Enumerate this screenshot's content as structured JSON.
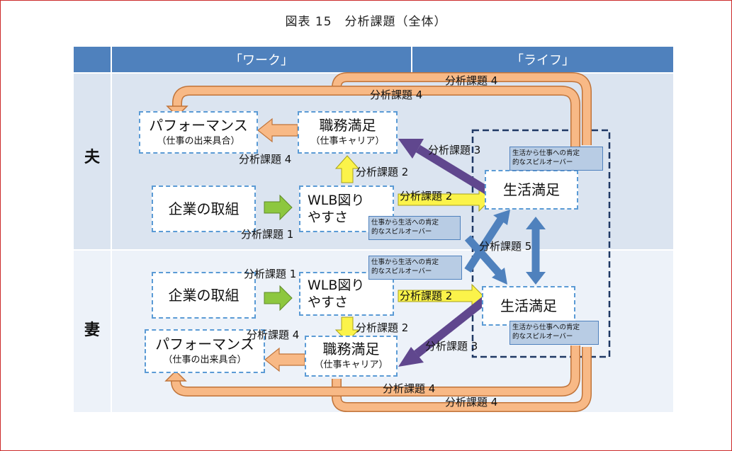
{
  "title": "図表 15　分析課題（全体）",
  "header": {
    "work": "「ワーク」",
    "life": "「ライフ」"
  },
  "rows": {
    "husband": "夫",
    "wife": "妻"
  },
  "husband": {
    "performance": {
      "main": "パフォーマンス",
      "sub": "（仕事の出来具合）"
    },
    "job_satisfaction": {
      "main": "職務満足",
      "sub": "（仕事キャリア）"
    },
    "company": "企業の取組",
    "wlb": {
      "line1": "WLB図り",
      "line2": "やすさ"
    },
    "life_satisfaction": "生活満足",
    "spillover_life_to_work": {
      "line1": "生活から仕事への肯定",
      "line2": "的なスピルオーバー"
    },
    "spillover_work_to_life": {
      "line1": "仕事から生活への肯定",
      "line2": "的なスピルオーバー"
    }
  },
  "wife": {
    "performance": {
      "main": "パフォーマンス",
      "sub": "（仕事の出来具合）"
    },
    "job_satisfaction": {
      "main": "職務満足",
      "sub": "（仕事キャリア）"
    },
    "company": "企業の取組",
    "wlb": {
      "line1": "WLB図り",
      "line2": "やすさ"
    },
    "life_satisfaction": "生活満足",
    "spillover_life_to_work": {
      "line1": "生活から仕事への肯定",
      "line2": "的なスピルオーバー"
    },
    "spillover_work_to_life": {
      "line1": "仕事から生活への肯定",
      "line2": "的なスピルオーバー"
    }
  },
  "labels": {
    "t4_top_outer": "分析課題 4",
    "t4_top_inner": "分析課題 4",
    "t3_husband": "分析課題 3",
    "t4_husband_left": "分析課題 4",
    "t2_husband_up": "分析課題 2",
    "t2_husband_right": "分析課題 2",
    "t1_husband": "分析課題 1",
    "t5": "分析課題 5",
    "t1_wife": "分析課題 1",
    "t2_wife_right": "分析課題 2",
    "t2_wife_down": "分析課題 2",
    "t4_wife_left": "分析課題 4",
    "t3_wife": "分析課題 3",
    "t4_bottom_inner": "分析課題 4",
    "t4_bottom_outer": "分析課題 4"
  },
  "colors": {
    "header": "#4f81bd",
    "husband_bg": "#dbe4f0",
    "wife_bg": "#edf2f9",
    "orange_arrow": "#f8b986",
    "green_arrow": "#8dc73f",
    "yellow_arrow": "#fbf34a",
    "purple_arrow": "#60478e",
    "blue_arrow": "#4f81bd",
    "box_border": "#5b9bd5"
  }
}
